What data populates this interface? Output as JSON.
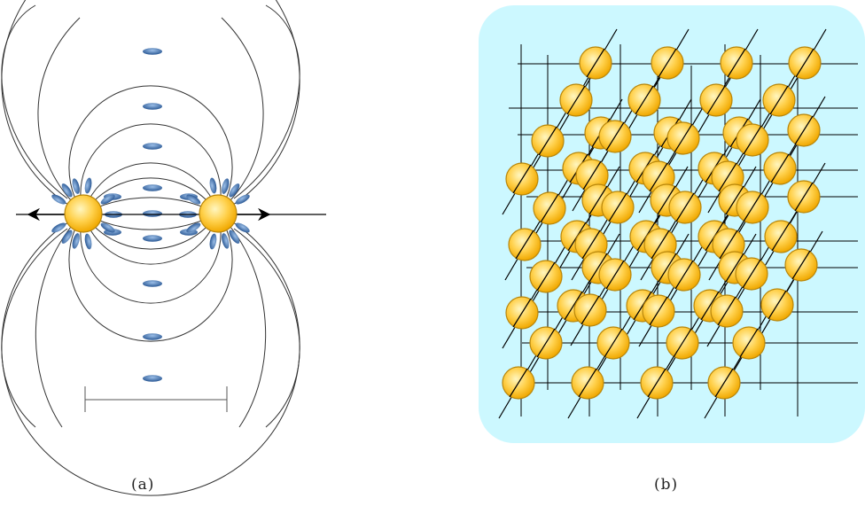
{
  "panels": [
    {
      "id": "a",
      "caption": "(a)"
    },
    {
      "id": "b",
      "caption": "(b)"
    }
  ],
  "colors": {
    "particle_fill_center": "#fff3b0",
    "particle_fill_edge": "#f4b400",
    "particle_stroke": "#b8860b",
    "field_line": "#333333",
    "dipole_fill": "#1f4e8c",
    "dipole_light": "#6f9bd1",
    "panel_b_background": "#ccf8ff",
    "grid_line": "#000000"
  }
}
